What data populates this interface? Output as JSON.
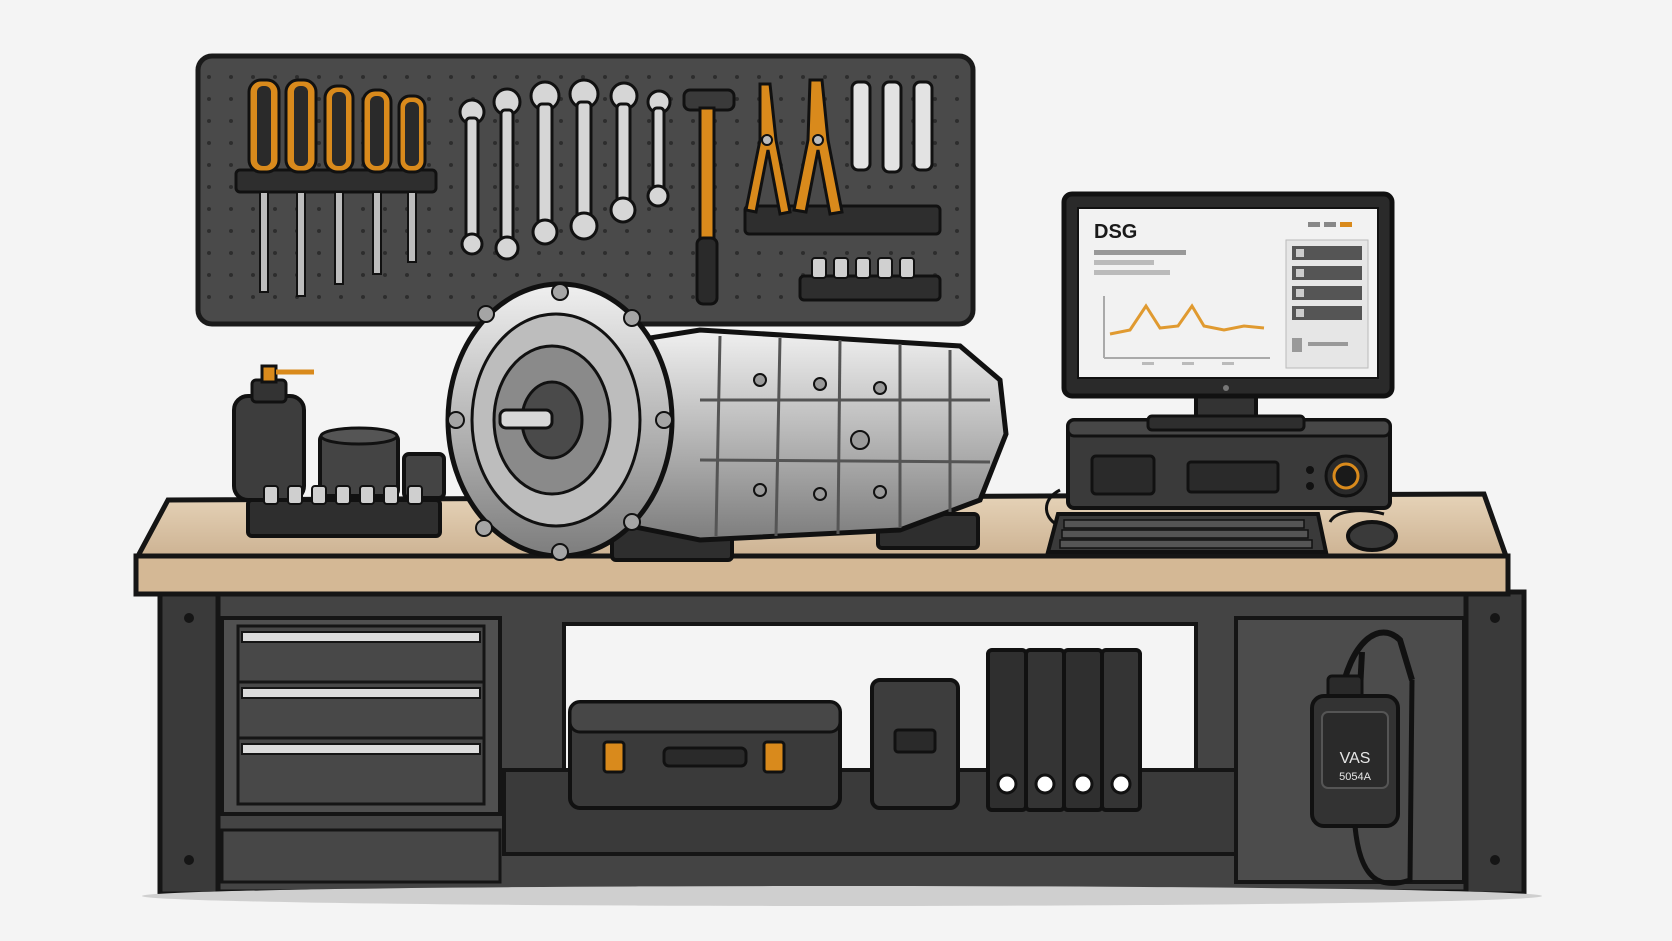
{
  "monitor": {
    "app_title": "DSG"
  },
  "interface_unit": {
    "label_line1": "VAS",
    "label_line2": "5054A"
  },
  "colors": {
    "outline": "#1a1a1a",
    "dark_metal": "#3c3c3c",
    "pegboard": "#4a4a4a",
    "accent_orange": "#d98a1c",
    "worktop": "#d8c2a4",
    "screen_bg": "#f2f2f2",
    "graph_line": "#e09a30",
    "aluminum": "#c8c8c8"
  }
}
